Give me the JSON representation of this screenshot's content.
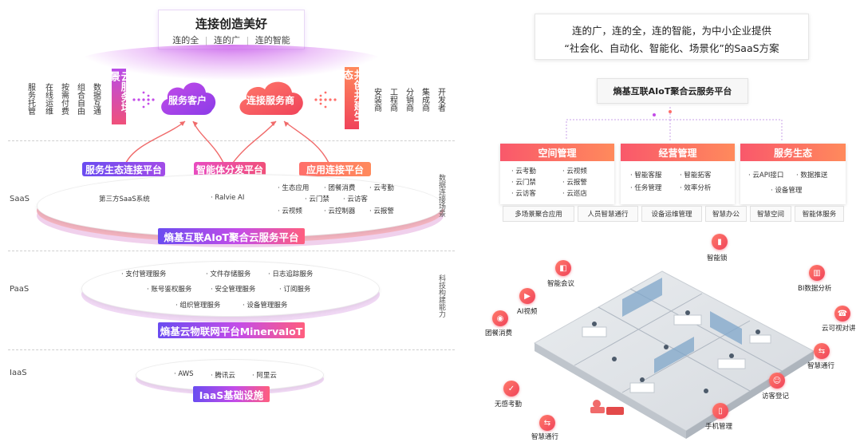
{
  "left": {
    "top_title": "连接创造美好",
    "top_sub": [
      "连的全",
      "连的广",
      "连的智能"
    ],
    "left_vert_items": [
      "服务托管",
      "在线运维",
      "按需付费",
      "组合自由",
      "数据互通"
    ],
    "left_banner": "云服务场景",
    "cloud_left": "服务客户",
    "cloud_right": "连接服务商",
    "right_banner": "共创共建生态",
    "right_vert_items": [
      "安装商",
      "工程商",
      "分销商",
      "集成商",
      "开发者"
    ],
    "tags": [
      "服务生态连接平台",
      "智能体分发平台",
      "应用连接平台"
    ],
    "saas": {
      "label": "SaaS",
      "side": "数据连接场景",
      "third_party": "第三方SaaS系统",
      "ralvie": "Ralvie AI",
      "apps": [
        "生态应用",
        "团餐消费",
        "云考勤",
        "云门禁",
        "云访客",
        "云视频",
        "云控制器",
        "云报警"
      ],
      "platform": "熵基互联AIoT聚合云服务平台"
    },
    "paas": {
      "label": "PaaS",
      "side": "科技构建能力",
      "services": [
        "支付管理服务",
        "文件存储服务",
        "日志追踪服务",
        "账号鉴权服务",
        "安全管理服务",
        "订阅服务",
        "组织管理服务",
        "设备管理服务"
      ],
      "platform": "熵基云物联网平台MinervaIoT"
    },
    "iaas": {
      "label": "IaaS",
      "providers": [
        "AWS",
        "腾讯云",
        "阿里云"
      ],
      "platform": "IaaS基础设施"
    }
  },
  "right": {
    "headline": [
      "连的广，连的全，连的智能，为中小企业提供",
      "“社会化、自动化、智能化、场景化”的SaaS方案"
    ],
    "platform": "熵基互联AIoT聚合云服务平台",
    "cards": [
      {
        "title": "空间管理",
        "items": [
          "云考勤",
          "云视频",
          "云门禁",
          "云报警",
          "云访客",
          "云巡店"
        ]
      },
      {
        "title": "经营管理",
        "items": [
          "智能客服",
          "智能拓客",
          "任务管理",
          "效率分析"
        ]
      },
      {
        "title": "服务生态",
        "items": [
          "云API接口",
          "数据推送",
          "设备管理"
        ]
      }
    ],
    "chips": [
      "多场景聚合应用",
      "人员智慧通行",
      "设备运维管理",
      "智慧办公",
      "智慧空间",
      "智能体服务"
    ],
    "scene_labels": [
      "智能锁",
      "智能会议",
      "BI数据分析",
      "AI视频",
      "云可视对讲",
      "团餐消费",
      "智慧通行",
      "访客登记",
      "无感考勤",
      "手机管理",
      "智慧通行"
    ]
  },
  "colors": {
    "accent": "#f9586b",
    "purple": "#8b3ce8",
    "orange": "#ff8a5c"
  }
}
